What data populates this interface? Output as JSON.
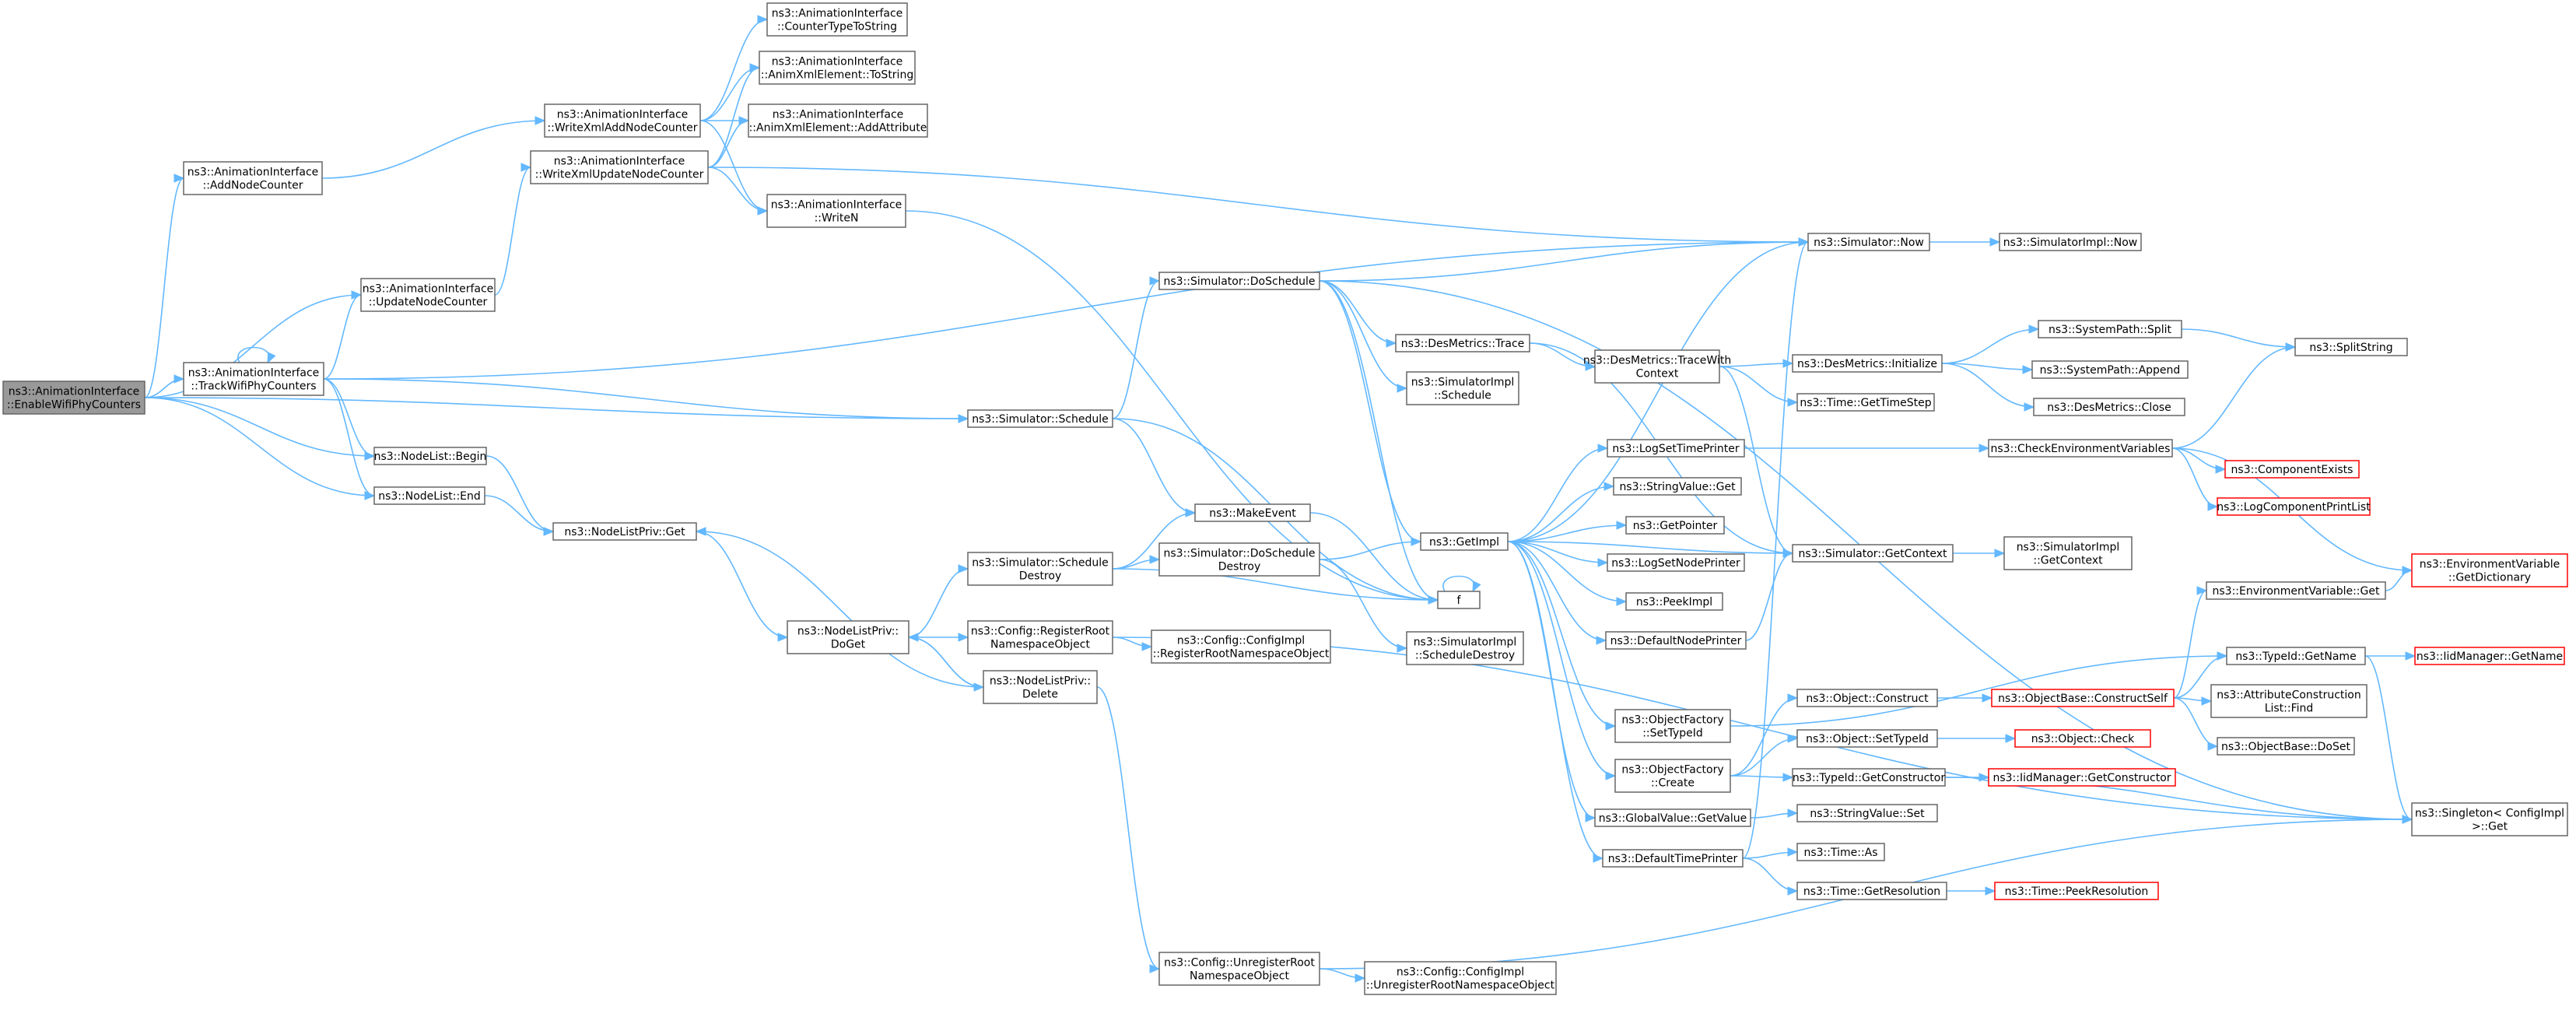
{
  "graph": {
    "edge_color": "#63b8ff",
    "root_fill": "#999999",
    "border_color": "#666666",
    "truncated_border_color": "#ff0000",
    "nodes": [
      {
        "id": "root",
        "lines": [
          "ns3::AnimationInterface",
          "::EnableWifiPhyCounters"
        ],
        "root": true
      },
      {
        "id": "addNodeCounter",
        "lines": [
          "ns3::AnimationInterface",
          "::AddNodeCounter"
        ]
      },
      {
        "id": "updateNodeCounter",
        "lines": [
          "ns3::AnimationInterface",
          "::UpdateNodeCounter"
        ]
      },
      {
        "id": "trackWifi",
        "lines": [
          "ns3::AnimationInterface",
          "::TrackWifiPhyCounters"
        ]
      },
      {
        "id": "nlBegin",
        "lines": [
          "ns3::NodeList::Begin"
        ]
      },
      {
        "id": "nlEnd",
        "lines": [
          "ns3::NodeList::End"
        ]
      },
      {
        "id": "nlpGet",
        "lines": [
          "ns3::NodeListPriv::Get"
        ]
      },
      {
        "id": "writeXmlAdd",
        "lines": [
          "ns3::AnimationInterface",
          "::WriteXmlAddNodeCounter"
        ]
      },
      {
        "id": "writeXmlUpdate",
        "lines": [
          "ns3::AnimationInterface",
          "::WriteXmlUpdateNodeCounter"
        ]
      },
      {
        "id": "counterType",
        "lines": [
          "ns3::AnimationInterface",
          "::CounterTypeToString"
        ]
      },
      {
        "id": "animToString",
        "lines": [
          "ns3::AnimationInterface",
          "::AnimXmlElement::ToString"
        ]
      },
      {
        "id": "animAddAttr",
        "lines": [
          "ns3::AnimationInterface",
          "::AnimXmlElement::AddAttribute"
        ]
      },
      {
        "id": "writeN",
        "lines": [
          "ns3::AnimationInterface",
          "::WriteN"
        ]
      },
      {
        "id": "nlpDoGet",
        "lines": [
          "ns3::NodeListPriv::",
          "DoGet"
        ]
      },
      {
        "id": "simSchedule",
        "lines": [
          "ns3::Simulator::Schedule"
        ]
      },
      {
        "id": "simDoSchedule",
        "lines": [
          "ns3::Simulator::DoSchedule"
        ]
      },
      {
        "id": "makeEvent",
        "lines": [
          "ns3::MakeEvent"
        ]
      },
      {
        "id": "schedDestroy",
        "lines": [
          "ns3::Simulator::Schedule",
          "Destroy"
        ]
      },
      {
        "id": "doSchedDestroy",
        "lines": [
          "ns3::Simulator::DoSchedule",
          "Destroy"
        ]
      },
      {
        "id": "cfgRegister",
        "lines": [
          "ns3::Config::RegisterRoot",
          "NamespaceObject"
        ]
      },
      {
        "id": "cfgImplRegister",
        "lines": [
          "ns3::Config::ConfigImpl",
          "::RegisterRootNamespaceObject"
        ]
      },
      {
        "id": "nlpDelete",
        "lines": [
          "ns3::NodeListPriv::",
          "Delete"
        ]
      },
      {
        "id": "cfgUnregister",
        "lines": [
          "ns3::Config::UnregisterRoot",
          "NamespaceObject"
        ]
      },
      {
        "id": "cfgImplUnregister",
        "lines": [
          "ns3::Config::ConfigImpl",
          "::UnregisterRootNamespaceObject"
        ]
      },
      {
        "id": "desTrace",
        "lines": [
          "ns3::DesMetrics::Trace"
        ]
      },
      {
        "id": "simImplSchedule",
        "lines": [
          "ns3::SimulatorImpl",
          "::Schedule"
        ]
      },
      {
        "id": "getImpl",
        "lines": [
          "ns3::GetImpl"
        ]
      },
      {
        "id": "f",
        "lines": [
          "f"
        ]
      },
      {
        "id": "simImplSchedDestroy",
        "lines": [
          "ns3::SimulatorImpl",
          "::ScheduleDestroy"
        ]
      },
      {
        "id": "desTraceWith",
        "lines": [
          "ns3::DesMetrics::TraceWith",
          "Context"
        ]
      },
      {
        "id": "logSetTime",
        "lines": [
          "ns3::LogSetTimePrinter"
        ]
      },
      {
        "id": "strValGet",
        "lines": [
          "ns3::StringValue::Get"
        ]
      },
      {
        "id": "getPointer",
        "lines": [
          "ns3::GetPointer"
        ]
      },
      {
        "id": "logSetNode",
        "lines": [
          "ns3::LogSetNodePrinter"
        ]
      },
      {
        "id": "peekImpl",
        "lines": [
          "ns3::PeekImpl"
        ]
      },
      {
        "id": "defNodePrinter",
        "lines": [
          "ns3::DefaultNodePrinter"
        ]
      },
      {
        "id": "objFactSetTypeId",
        "lines": [
          "ns3::ObjectFactory",
          "::SetTypeId"
        ]
      },
      {
        "id": "objFactCreate",
        "lines": [
          "ns3::ObjectFactory",
          "::Create"
        ]
      },
      {
        "id": "globalValGet",
        "lines": [
          "ns3::GlobalValue::GetValue"
        ]
      },
      {
        "id": "defTimePrinter",
        "lines": [
          "ns3::DefaultTimePrinter"
        ]
      },
      {
        "id": "simNow",
        "lines": [
          "ns3::Simulator::Now"
        ]
      },
      {
        "id": "simImplNow",
        "lines": [
          "ns3::SimulatorImpl::Now"
        ]
      },
      {
        "id": "desInit",
        "lines": [
          "ns3::DesMetrics::Initialize"
        ]
      },
      {
        "id": "timeStep",
        "lines": [
          "ns3::Time::GetTimeStep"
        ]
      },
      {
        "id": "simGetContext",
        "lines": [
          "ns3::Simulator::GetContext"
        ]
      },
      {
        "id": "objConstruct",
        "lines": [
          "ns3::Object::Construct"
        ]
      },
      {
        "id": "objSetTypeId",
        "lines": [
          "ns3::Object::SetTypeId"
        ]
      },
      {
        "id": "typeIdGetCtor",
        "lines": [
          "ns3::TypeId::GetConstructor"
        ]
      },
      {
        "id": "strValSet",
        "lines": [
          "ns3::StringValue::Set"
        ]
      },
      {
        "id": "timeAs",
        "lines": [
          "ns3::Time::As"
        ]
      },
      {
        "id": "timeGetRes",
        "lines": [
          "ns3::Time::GetResolution"
        ]
      },
      {
        "id": "sysPathSplit",
        "lines": [
          "ns3::SystemPath::Split"
        ]
      },
      {
        "id": "sysPathAppend",
        "lines": [
          "ns3::SystemPath::Append"
        ]
      },
      {
        "id": "desClose",
        "lines": [
          "ns3::DesMetrics::Close"
        ]
      },
      {
        "id": "checkEnv",
        "lines": [
          "ns3::CheckEnvironmentVariables"
        ]
      },
      {
        "id": "compExists",
        "lines": [
          "ns3::ComponentExists"
        ],
        "truncated": true
      },
      {
        "id": "logCompPrint",
        "lines": [
          "ns3::LogComponentPrintList"
        ],
        "truncated": true
      },
      {
        "id": "simImplGetCtx",
        "lines": [
          "ns3::SimulatorImpl",
          "::GetContext"
        ]
      },
      {
        "id": "envVarGet",
        "lines": [
          "ns3::EnvironmentVariable::Get"
        ]
      },
      {
        "id": "typeIdGetName",
        "lines": [
          "ns3::TypeId::GetName"
        ]
      },
      {
        "id": "objBaseConstruct",
        "lines": [
          "ns3::ObjectBase::ConstructSelf"
        ],
        "truncated": true
      },
      {
        "id": "attrConstruct",
        "lines": [
          "ns3::AttributeConstruction",
          "List::Find"
        ]
      },
      {
        "id": "objBaseDoSet",
        "lines": [
          "ns3::ObjectBase::DoSet"
        ]
      },
      {
        "id": "objCheck",
        "lines": [
          "ns3::Object::Check"
        ],
        "truncated": true
      },
      {
        "id": "iidGetCtor",
        "lines": [
          "ns3::IidManager::GetConstructor"
        ],
        "truncated": true
      },
      {
        "id": "timePeekRes",
        "lines": [
          "ns3::Time::PeekResolution"
        ],
        "truncated": true
      },
      {
        "id": "splitString",
        "lines": [
          "ns3::SplitString"
        ]
      },
      {
        "id": "envVarGetDict",
        "lines": [
          "ns3::EnvironmentVariable",
          "::GetDictionary"
        ],
        "truncated": true
      },
      {
        "id": "iidGetName",
        "lines": [
          "ns3::IidManager::GetName"
        ],
        "truncated": true
      },
      {
        "id": "singletonGet",
        "lines": [
          "ns3::Singleton< ConfigImpl",
          ">::Get"
        ]
      }
    ],
    "edges": [
      [
        "root",
        "addNodeCounter"
      ],
      [
        "root",
        "updateNodeCounter"
      ],
      [
        "root",
        "trackWifi"
      ],
      [
        "root",
        "nlBegin"
      ],
      [
        "root",
        "nlEnd"
      ],
      [
        "root",
        "simSchedule"
      ],
      [
        "addNodeCounter",
        "writeXmlAdd"
      ],
      [
        "updateNodeCounter",
        "writeXmlUpdate"
      ],
      [
        "trackWifi",
        "trackWifi"
      ],
      [
        "trackWifi",
        "updateNodeCounter"
      ],
      [
        "trackWifi",
        "nlBegin"
      ],
      [
        "trackWifi",
        "nlEnd"
      ],
      [
        "trackWifi",
        "simSchedule"
      ],
      [
        "trackWifi",
        "simNow"
      ],
      [
        "nlBegin",
        "nlpGet"
      ],
      [
        "nlEnd",
        "nlpGet"
      ],
      [
        "nlpGet",
        "nlpDoGet"
      ],
      [
        "writeXmlAdd",
        "counterType"
      ],
      [
        "writeXmlAdd",
        "animToString"
      ],
      [
        "writeXmlAdd",
        "animAddAttr"
      ],
      [
        "writeXmlAdd",
        "writeN"
      ],
      [
        "writeXmlUpdate",
        "animToString"
      ],
      [
        "writeXmlUpdate",
        "animAddAttr"
      ],
      [
        "writeXmlUpdate",
        "writeN"
      ],
      [
        "writeXmlUpdate",
        "simNow"
      ],
      [
        "writeN",
        "f"
      ],
      [
        "simSchedule",
        "simDoSchedule"
      ],
      [
        "simSchedule",
        "makeEvent"
      ],
      [
        "simSchedule",
        "f"
      ],
      [
        "nlpDoGet",
        "schedDestroy"
      ],
      [
        "nlpDoGet",
        "cfgRegister"
      ],
      [
        "nlpDoGet",
        "nlpDelete"
      ],
      [
        "nlpDelete",
        "nlpDoGet"
      ],
      [
        "nlpDelete",
        "nlpGet"
      ],
      [
        "nlpDelete",
        "cfgUnregister"
      ],
      [
        "schedDestroy",
        "makeEvent"
      ],
      [
        "schedDestroy",
        "doSchedDestroy"
      ],
      [
        "schedDestroy",
        "f"
      ],
      [
        "cfgRegister",
        "cfgImplRegister"
      ],
      [
        "cfgRegister",
        "singletonGet"
      ],
      [
        "cfgUnregister",
        "cfgImplUnregister"
      ],
      [
        "cfgUnregister",
        "singletonGet"
      ],
      [
        "makeEvent",
        "f"
      ],
      [
        "doSchedDestroy",
        "getImpl"
      ],
      [
        "doSchedDestroy",
        "simImplSchedDestroy"
      ],
      [
        "simDoSchedule",
        "simNow"
      ],
      [
        "simDoSchedule",
        "desTrace"
      ],
      [
        "simDoSchedule",
        "simImplSchedule"
      ],
      [
        "simDoSchedule",
        "getImpl"
      ],
      [
        "simDoSchedule",
        "f"
      ],
      [
        "simDoSchedule",
        "singletonGet"
      ],
      [
        "desTrace",
        "desTraceWith"
      ],
      [
        "desTrace",
        "simGetContext"
      ],
      [
        "desTraceWith",
        "desInit"
      ],
      [
        "desTraceWith",
        "timeStep"
      ],
      [
        "desTraceWith",
        "simGetContext"
      ],
      [
        "f",
        "f"
      ],
      [
        "getImpl",
        "simNow"
      ],
      [
        "getImpl",
        "logSetTime"
      ],
      [
        "getImpl",
        "strValGet"
      ],
      [
        "getImpl",
        "getPointer"
      ],
      [
        "getImpl",
        "logSetNode"
      ],
      [
        "getImpl",
        "peekImpl"
      ],
      [
        "getImpl",
        "defNodePrinter"
      ],
      [
        "getImpl",
        "objFactSetTypeId"
      ],
      [
        "getImpl",
        "objFactCreate"
      ],
      [
        "getImpl",
        "globalValGet"
      ],
      [
        "getImpl",
        "defTimePrinter"
      ],
      [
        "getImpl",
        "simGetContext"
      ],
      [
        "logSetTime",
        "checkEnv"
      ],
      [
        "defNodePrinter",
        "simGetContext"
      ],
      [
        "objFactSetTypeId",
        "typeIdGetName"
      ],
      [
        "objFactCreate",
        "objConstruct"
      ],
      [
        "objFactCreate",
        "objSetTypeId"
      ],
      [
        "objFactCreate",
        "typeIdGetCtor"
      ],
      [
        "globalValGet",
        "strValSet"
      ],
      [
        "defTimePrinter",
        "simNow"
      ],
      [
        "defTimePrinter",
        "timeAs"
      ],
      [
        "defTimePrinter",
        "timeGetRes"
      ],
      [
        "simNow",
        "simImplNow"
      ],
      [
        "desInit",
        "sysPathSplit"
      ],
      [
        "desInit",
        "sysPathAppend"
      ],
      [
        "desInit",
        "desClose"
      ],
      [
        "simGetContext",
        "simImplGetCtx"
      ],
      [
        "objConstruct",
        "objBaseConstruct"
      ],
      [
        "objSetTypeId",
        "objCheck"
      ],
      [
        "typeIdGetCtor",
        "iidGetCtor"
      ],
      [
        "typeIdGetCtor",
        "singletonGet"
      ],
      [
        "timeGetRes",
        "timePeekRes"
      ],
      [
        "sysPathSplit",
        "splitString"
      ],
      [
        "checkEnv",
        "splitString"
      ],
      [
        "checkEnv",
        "compExists"
      ],
      [
        "checkEnv",
        "logCompPrint"
      ],
      [
        "checkEnv",
        "envVarGetDict"
      ],
      [
        "objBaseConstruct",
        "envVarGet"
      ],
      [
        "objBaseConstruct",
        "typeIdGetName"
      ],
      [
        "objBaseConstruct",
        "attrConstruct"
      ],
      [
        "objBaseConstruct",
        "objBaseDoSet"
      ],
      [
        "envVarGet",
        "envVarGetDict"
      ],
      [
        "typeIdGetName",
        "iidGetName"
      ],
      [
        "typeIdGetName",
        "singletonGet"
      ]
    ]
  }
}
